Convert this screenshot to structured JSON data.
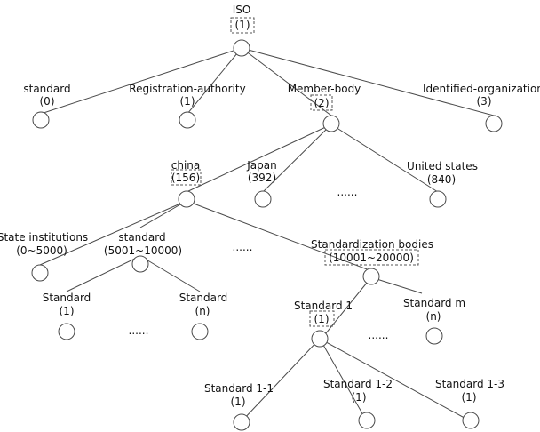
{
  "nodes": {
    "iso": {
      "name": "ISO",
      "code": "(1)"
    },
    "standard": {
      "name": "standard",
      "code": "(0)"
    },
    "registration_authority": {
      "name": "Registration-authority",
      "code": "(1)"
    },
    "member_body": {
      "name": "Member-body",
      "code": "(2)"
    },
    "identified_organization": {
      "name": "Identified-organization",
      "code": "(3)"
    },
    "china": {
      "name": "china",
      "code": "(156)"
    },
    "japan": {
      "name": "Japan",
      "code": "(392)"
    },
    "united_states": {
      "name": "United states",
      "code": "(840)"
    },
    "state_institutions": {
      "name": "State institutions",
      "code": "(0~5000)"
    },
    "standard_range": {
      "name": "standard",
      "code": "(5001~10000)"
    },
    "standardization_bodies": {
      "name": "Standardization bodies",
      "code": "(10001~20000)"
    },
    "standard_a": {
      "name": "Standard",
      "code": "(1)"
    },
    "standard_b": {
      "name": "Standard",
      "code": "(n)"
    },
    "standard_1": {
      "name": "Standard 1",
      "code": "(1)"
    },
    "standard_m": {
      "name": "Standard m",
      "code": "(n)"
    },
    "standard_1_1": {
      "name": "Standard 1-1",
      "code": "(1)"
    },
    "standard_1_2": {
      "name": "Standard 1-2",
      "code": "(1)"
    },
    "standard_1_3": {
      "name": "Standard 1-3",
      "code": "(1)"
    }
  },
  "ellipses": {
    "e1": "......",
    "e2": "......",
    "e3": "......",
    "e4": "......"
  }
}
